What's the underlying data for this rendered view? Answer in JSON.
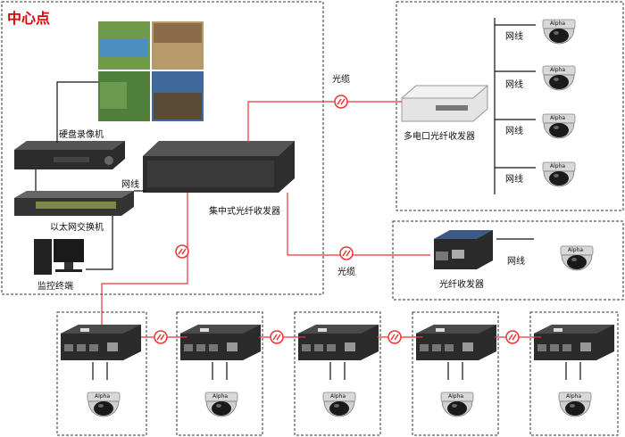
{
  "title": "中心点",
  "labels": {
    "dvr": "硬盘录像机",
    "switch": "以太网交换机",
    "terminal": "监控终端",
    "central_transceiver": "集中式光纤收发器",
    "multi_port_transceiver": "多电口光纤收发器",
    "fiber_transceiver": "光纤收发器",
    "cable": "网线",
    "fiber": "光缆"
  },
  "camera_brand": "Alpha",
  "colors": {
    "fiber": "#e33333",
    "title": "#e00000"
  }
}
